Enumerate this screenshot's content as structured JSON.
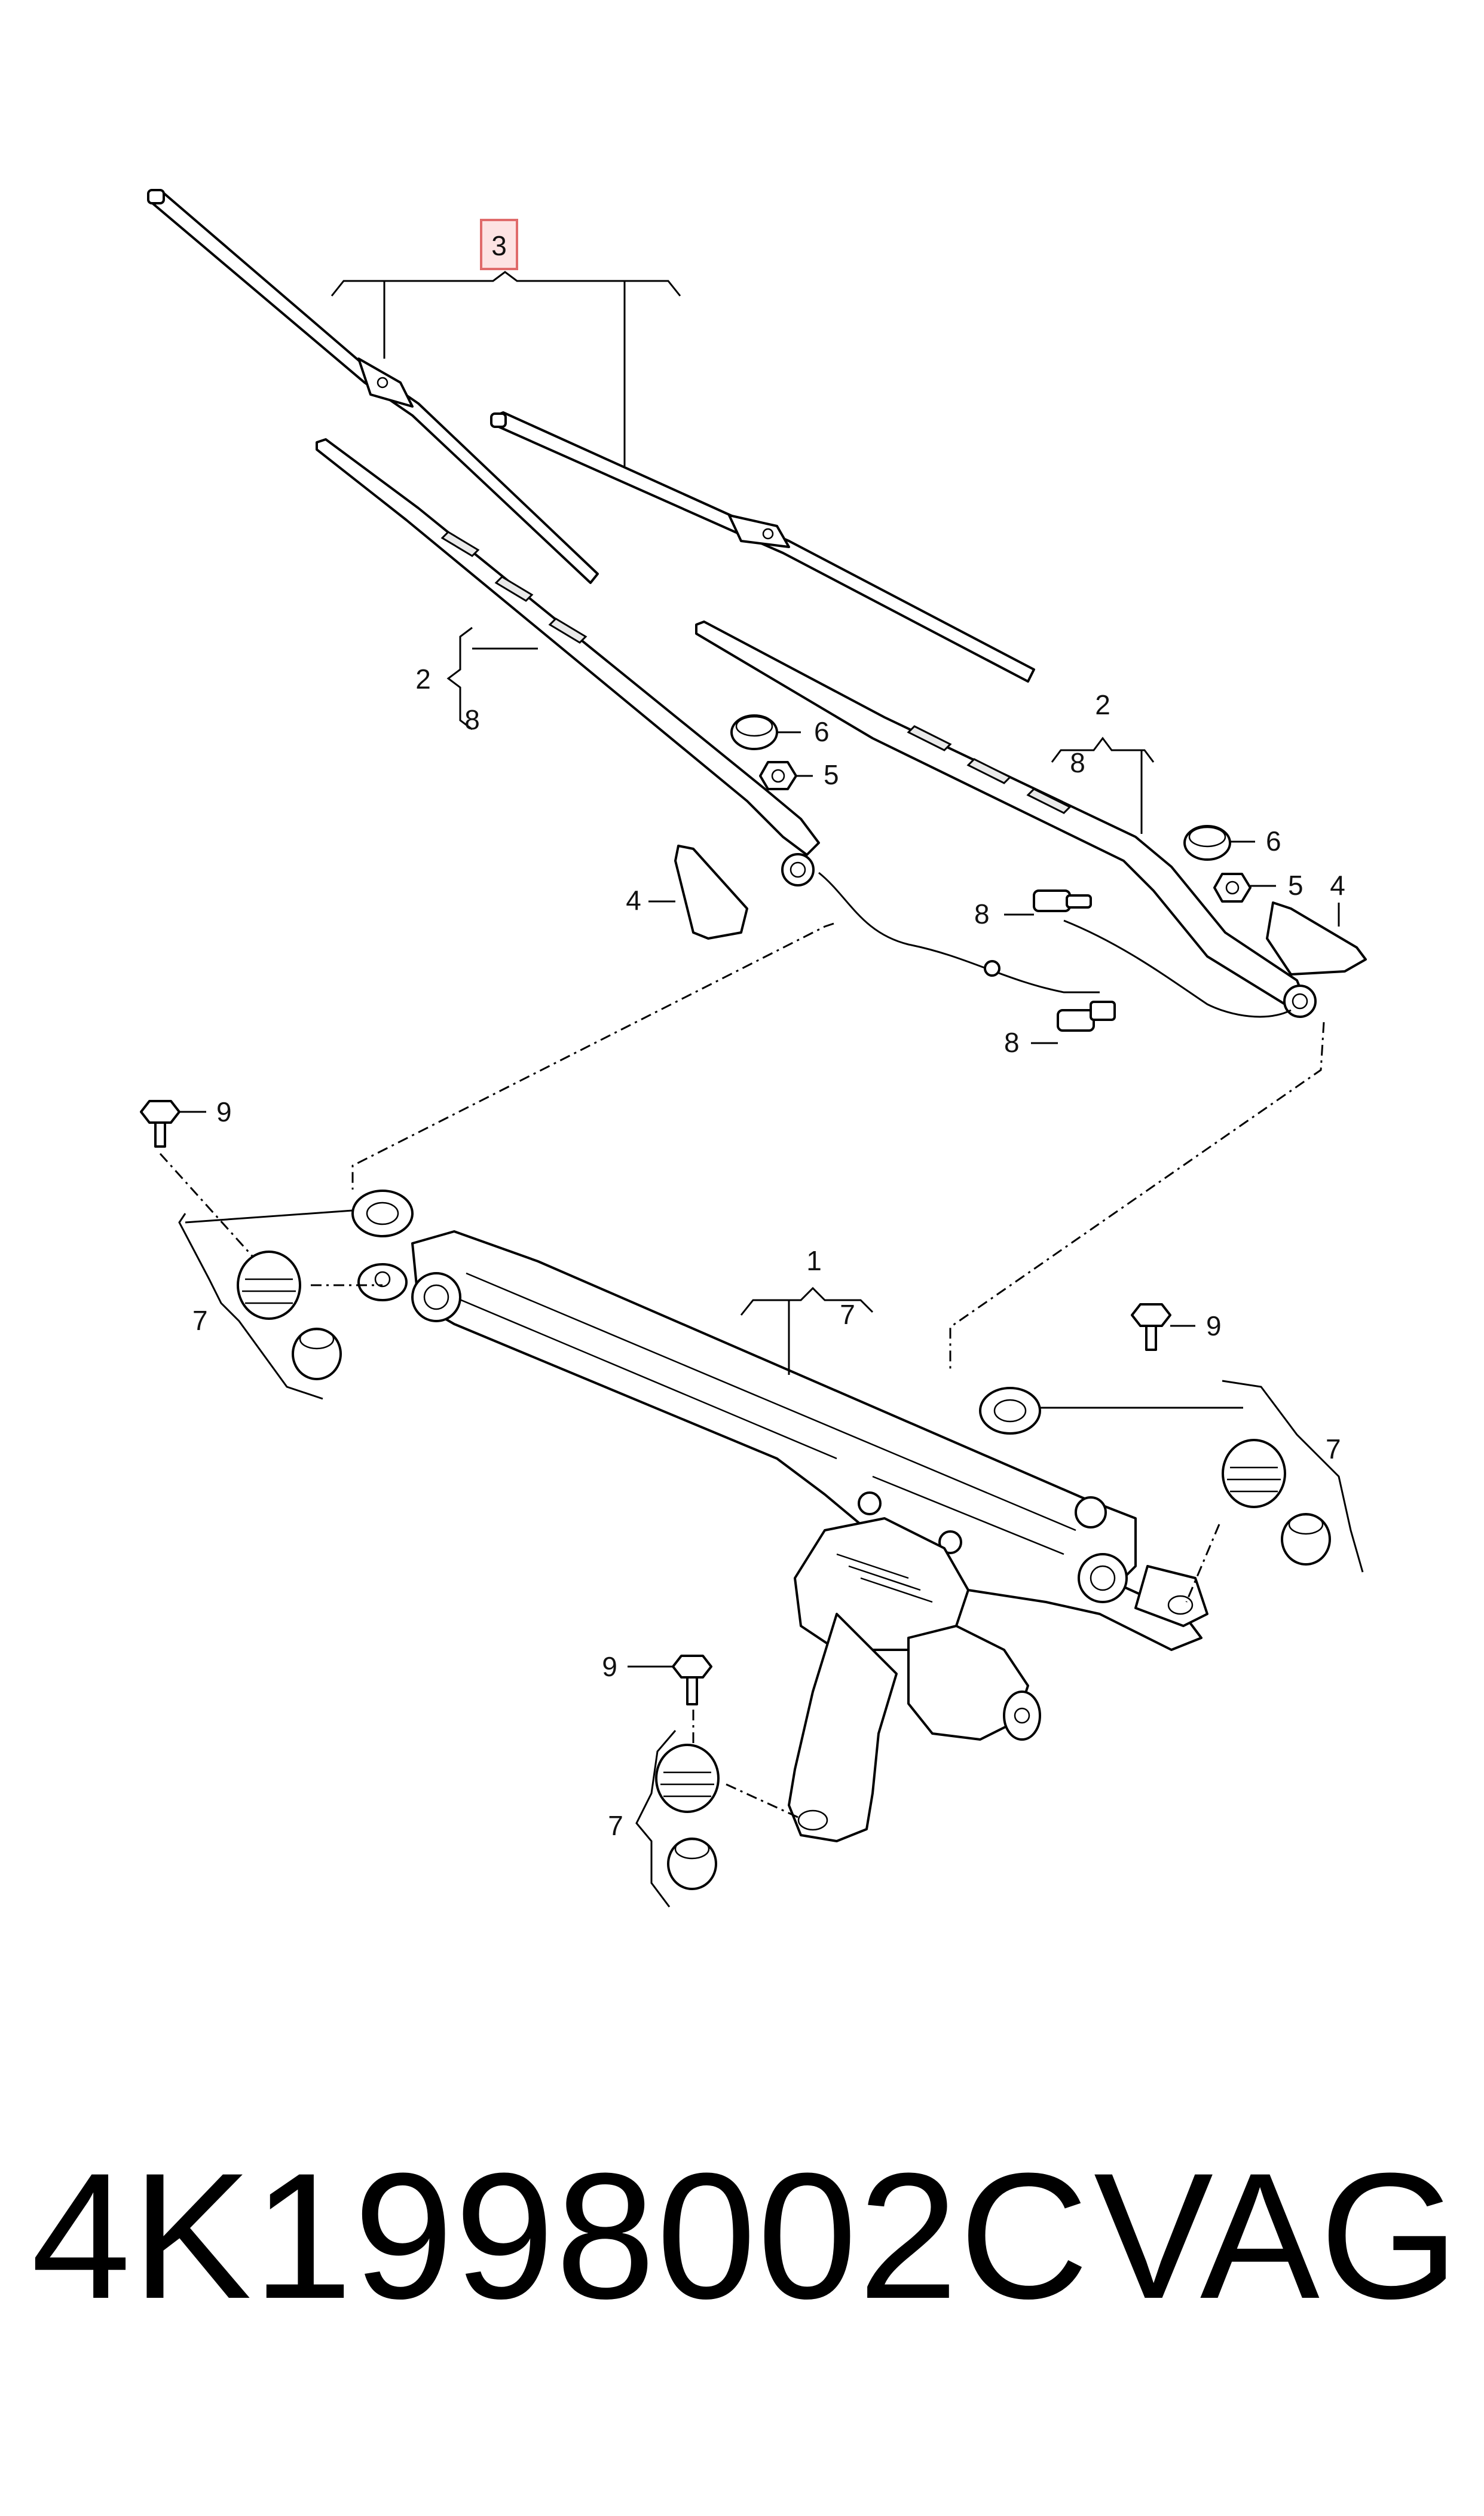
{
  "callouts": {
    "wiper_blade_set": "3",
    "left_arm_ref": "2",
    "left_arm_sub": "8",
    "right_arm_ref": "2",
    "right_arm_sub": "8",
    "linkage_ref": "1",
    "linkage_sub": "7",
    "cap_left": "6",
    "nut_left": "5",
    "cover_left": "4",
    "cap_right": "6",
    "nut_right": "5",
    "cover_right": "4",
    "nozzle_upper": "8",
    "nozzle_lower": "8",
    "bolt_left": "9",
    "bush_left": "7",
    "bolt_right": "9",
    "bush_right": "7",
    "bolt_bottom": "9",
    "bush_bottom": "7"
  },
  "footer": {
    "part_number": "4K1998002C",
    "brand": "VAG"
  },
  "colors": {
    "highlight_box": "#e06b6b",
    "highlight_fill": "#fde3e3",
    "line": "#000000"
  }
}
